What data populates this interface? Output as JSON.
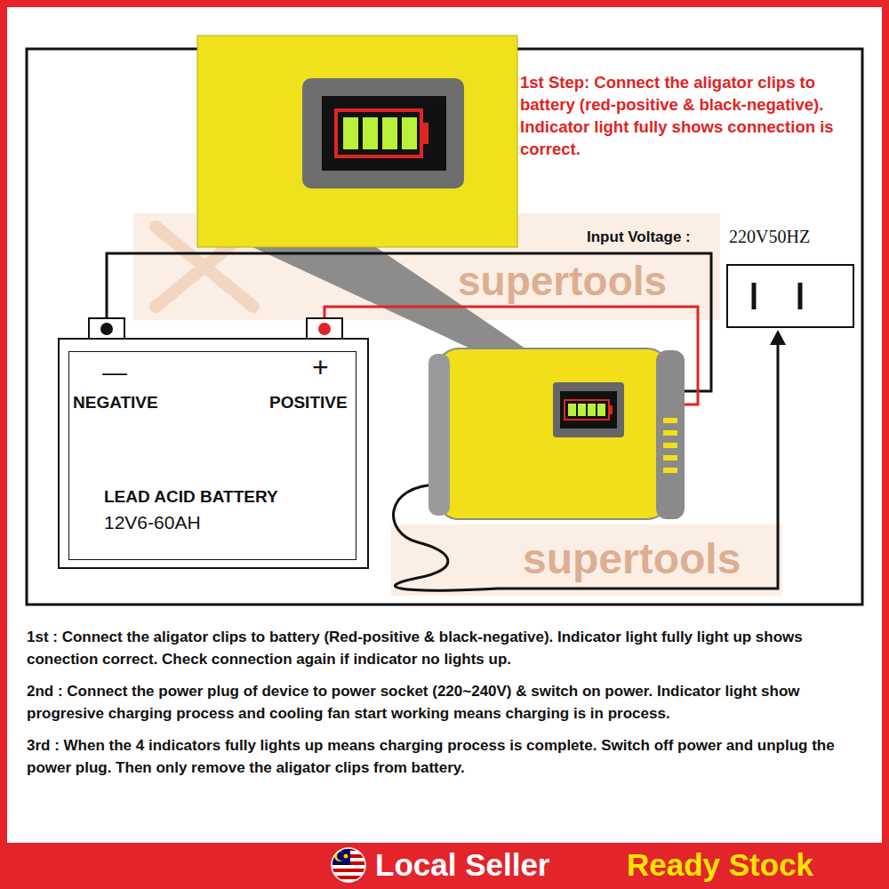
{
  "diagram": {
    "nodes": [
      {
        "text": [
          "—",
          "+",
          "NEGATIVE",
          "POSITIVE",
          "LEAD ACID BATTERY",
          "12V6-60AH"
        ]
      },
      {
        "text": [
          "Local Seller",
          "Ready Stock"
        ]
      }
    ],
    "labels": [
      "1st Step: Connect the aligator clips to battery (red-positive & black-negative). Indicator light fully shows connection is correct.",
      "Input Voltage :",
      "220V50HZ",
      "supertools",
      "supertools",
      "1st : Connect the aligator clips to battery (Red-positive & black-negative). Indicator light fully light up shows conection correct. Check connection again if indicator no lights up.",
      "2nd : Connect the power plug of device to power socket (220~240V) & switch on power. Indicator light show progresive charging process and cooling fan start working means charging is in process.",
      "3rd : When the 4 indicators fully lights up means charging process is complete. Switch off power and unplug the power plug. Then only remove the aligator clips from battery."
    ]
  }
}
